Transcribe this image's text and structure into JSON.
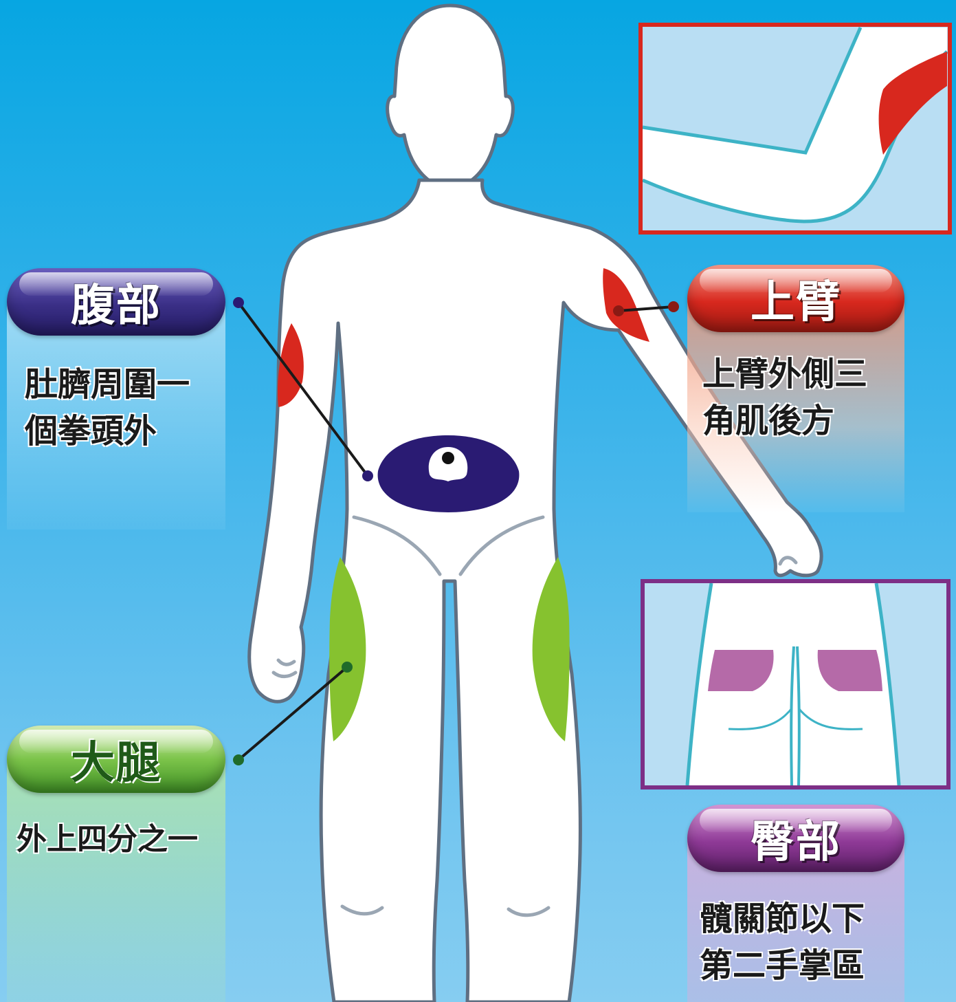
{
  "labels": {
    "abdomen": {
      "title": "腹部",
      "lines": [
        "肚臍周圍一",
        "個拳頭外"
      ],
      "color": "#3a2f86"
    },
    "thigh": {
      "title": "大腿",
      "lines": [
        "外上四分之一"
      ],
      "color": "#4f9e2c"
    },
    "upper_arm": {
      "title": "上臂",
      "lines": [
        "上臂外側三",
        "角肌後方"
      ],
      "color": "#c8301f"
    },
    "buttocks": {
      "title": "臀部",
      "lines": [
        "髖關節以下",
        "第二手掌區"
      ],
      "color": "#7d2f86"
    }
  },
  "colors": {
    "abdomen_zone": "#2a1b73",
    "upper_arm_zone": "#d8281e",
    "thigh_zone": "#86c22f",
    "buttocks_zone": "#b56aa8",
    "body_outline": "#5f6f82",
    "inset_arm_border": "#d8281e",
    "inset_buttocks_border": "#7d2f86"
  }
}
